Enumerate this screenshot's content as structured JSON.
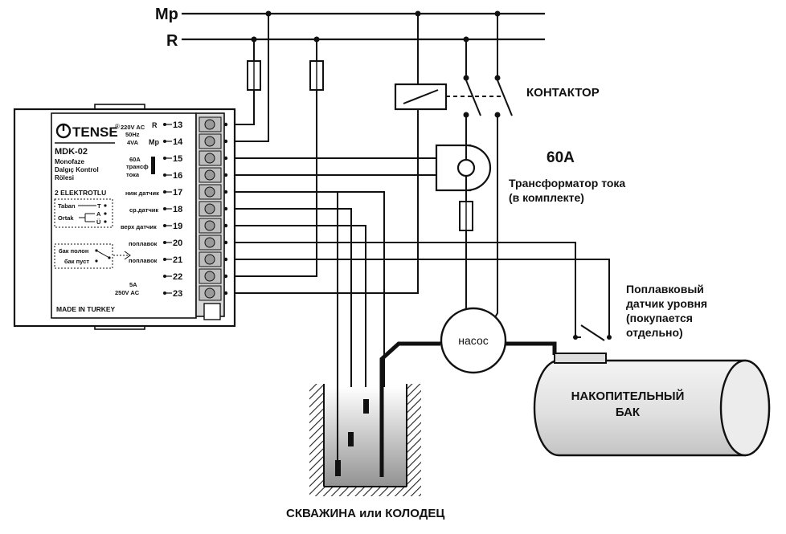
{
  "lines": {
    "neutral": "Mp",
    "phase": "R"
  },
  "relay": {
    "brand": "TENSE",
    "registered": "®",
    "model": "MDK-02",
    "desc1": "Monofaze",
    "desc2": "Dalgıç Kontrol",
    "desc3": "Rölesi",
    "electrodes": "2 ELEKTROTLU",
    "taban": "Taban",
    "ortak": "Ortak",
    "t": "T",
    "a": "A",
    "u": "Ü",
    "tank_full": "бак полон",
    "tank_empty": "бак пуст",
    "supply1": "220V AC",
    "supply2": "50Hz",
    "supply3": "4VA",
    "term_r": "R",
    "term_mp": "Mp",
    "ct1": "60A",
    "ct2": "трансф",
    "ct3": "тока",
    "low_sensor": "ниж датчик",
    "mid_sensor": "ср.датчик",
    "high_sensor": "верх датчик",
    "float1": "поплавок",
    "float2": "поплавок",
    "rating1": "5A",
    "rating2": "250V AC",
    "made_in": "MADE IN TURKEY",
    "terminals": [
      "13",
      "14",
      "15",
      "16",
      "17",
      "18",
      "19",
      "20",
      "21",
      "22",
      "23"
    ]
  },
  "labels": {
    "contactor": "КОНТАКТОР",
    "ct_rating": "60A",
    "ct_line1": "Трансформатор тока",
    "ct_line2": "(в комплекте)",
    "float_line1": "Поплавковый",
    "float_line2": "датчик уровня",
    "float_line3": "(покупается",
    "float_line4": "отдельно)",
    "pump": "насос",
    "tank_line1": "НАКОПИТЕЛЬНЫЙ",
    "tank_line2": "БАК",
    "well": "СКВАЖИНА или КОЛОДЕЦ"
  }
}
